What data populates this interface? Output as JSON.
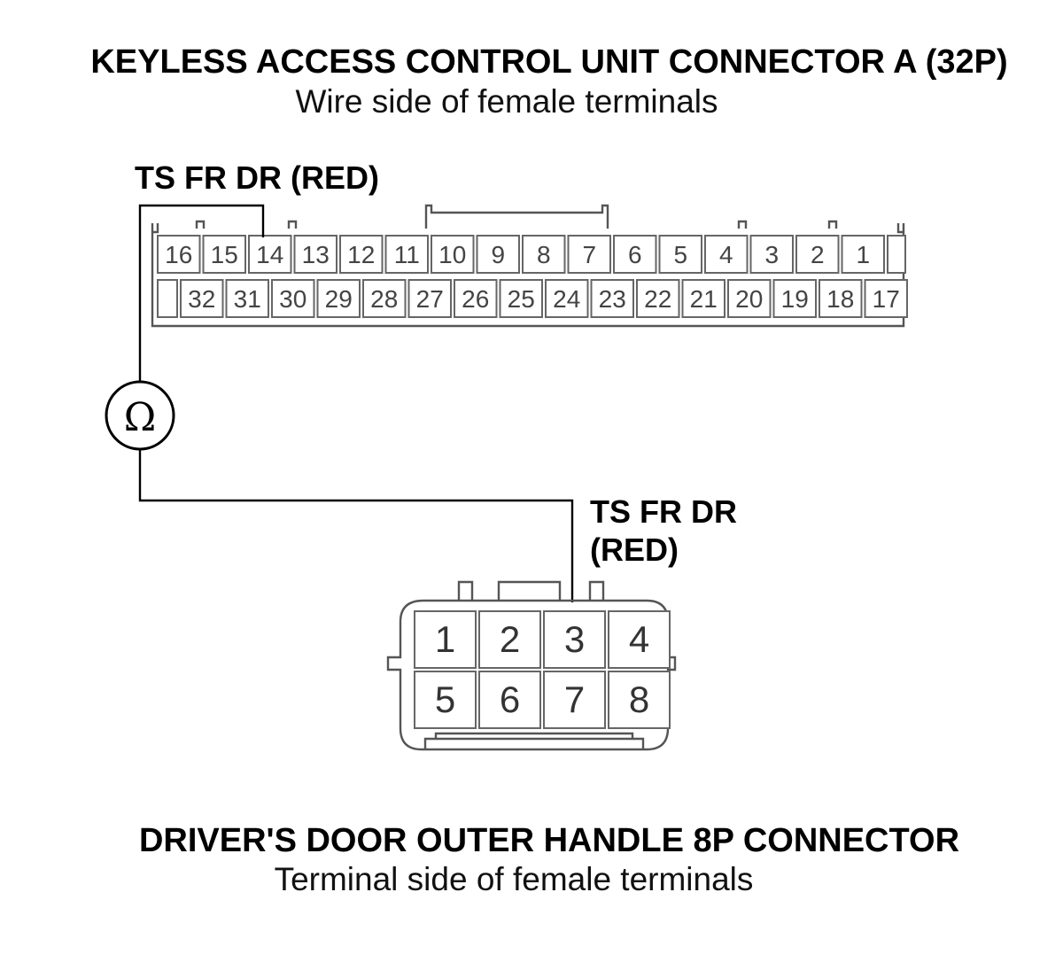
{
  "connector_a": {
    "title": "KEYLESS ACCESS CONTROL UNIT CONNECTOR A (32P)",
    "subtitle": "Wire side of female terminals",
    "probe_label": "TS FR DR (RED)",
    "top_row": [
      "16",
      "15",
      "14",
      "13",
      "12",
      "11",
      "10",
      "9",
      "8",
      "7",
      "6",
      "5",
      "4",
      "3",
      "2",
      "1"
    ],
    "bottom_row": [
      "32",
      "31",
      "30",
      "29",
      "28",
      "27",
      "26",
      "25",
      "24",
      "23",
      "22",
      "21",
      "20",
      "19",
      "18",
      "17"
    ],
    "probe_terminal": "14"
  },
  "meter": {
    "symbol": "Ω",
    "icon": "ohmmeter-icon"
  },
  "connector_b": {
    "title": "DRIVER'S DOOR OUTER HANDLE 8P CONNECTOR",
    "subtitle": "Terminal side of female terminals",
    "probe_label_line1": "TS FR DR",
    "probe_label_line2": "(RED)",
    "top_row": [
      "1",
      "2",
      "3",
      "4"
    ],
    "bottom_row": [
      "5",
      "6",
      "7",
      "8"
    ],
    "probe_terminal": "3"
  }
}
